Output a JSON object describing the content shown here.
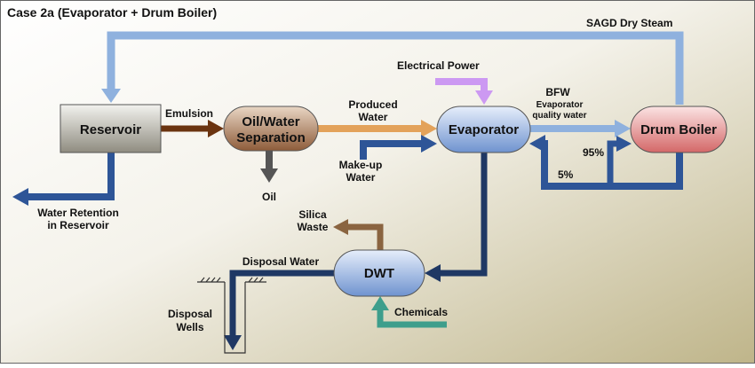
{
  "title": "Case 2a (Evaporator + Drum Boiler)",
  "nodes": {
    "reservoir": "Reservoir",
    "separation_line1": "Oil/Water",
    "separation_line2": "Separation",
    "evaporator": "Evaporator",
    "drum_boiler": "Drum Boiler",
    "dwt": "DWT"
  },
  "labels": {
    "sagd_dry_steam": "SAGD Dry Steam",
    "electrical_power": "Electrical Power",
    "emulsion": "Emulsion",
    "produced_water_1": "Produced",
    "produced_water_2": "Water",
    "bfw": "BFW",
    "evap_quality_1": "Evaporator",
    "evap_quality_2": "quality water",
    "pct_95": "95%",
    "pct_5": "5%",
    "makeup_1": "Make-up",
    "makeup_2": "Water",
    "oil": "Oil",
    "water_retention_1": "Water Retention",
    "water_retention_2": "in Reservoir",
    "silica_1": "Silica",
    "silica_2": "Waste",
    "disposal_water": "Disposal Water",
    "disposal_wells_1": "Disposal",
    "disposal_wells_2": "Wells",
    "chemicals": "Chemicals"
  },
  "colors": {
    "steam": "#8FB1DE",
    "water_dark": "#2E5597",
    "emulsion": "#6B3410",
    "produced_water": "#E3A25A",
    "electrical_power": "#CC99F2",
    "oil": "#555555",
    "disposal": "#1F3864",
    "silica": "#8A6440",
    "chemicals": "#3E9E8C"
  }
}
